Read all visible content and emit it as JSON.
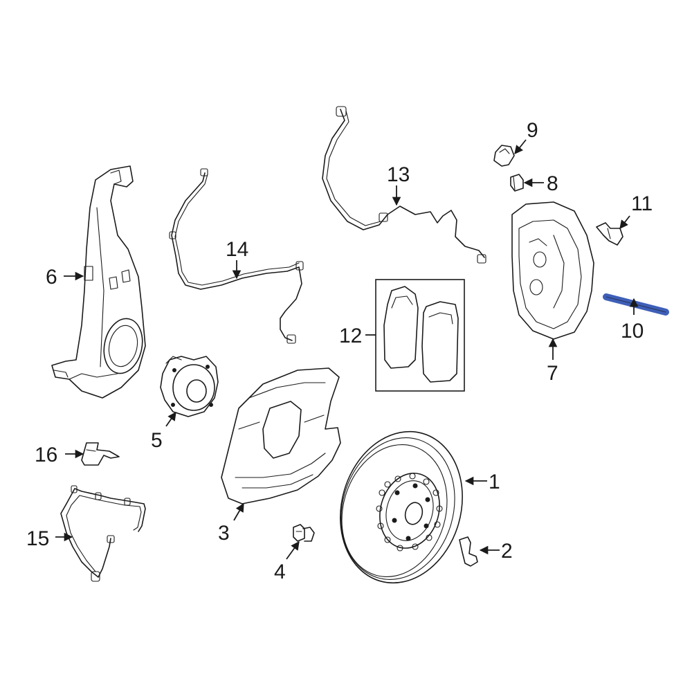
{
  "callouts": {
    "c1": "1",
    "c2": "2",
    "c3": "3",
    "c4": "4",
    "c5": "5",
    "c6": "6",
    "c7": "7",
    "c8": "8",
    "c9": "9",
    "c10": "10",
    "c11": "11",
    "c12": "12",
    "c13": "13",
    "c14": "14",
    "c15": "15",
    "c16": "16"
  },
  "colors": {
    "line": "#1a1a1a",
    "highlight": "#3e5fb8",
    "background": "#ffffff"
  },
  "highlighted_part": "10"
}
